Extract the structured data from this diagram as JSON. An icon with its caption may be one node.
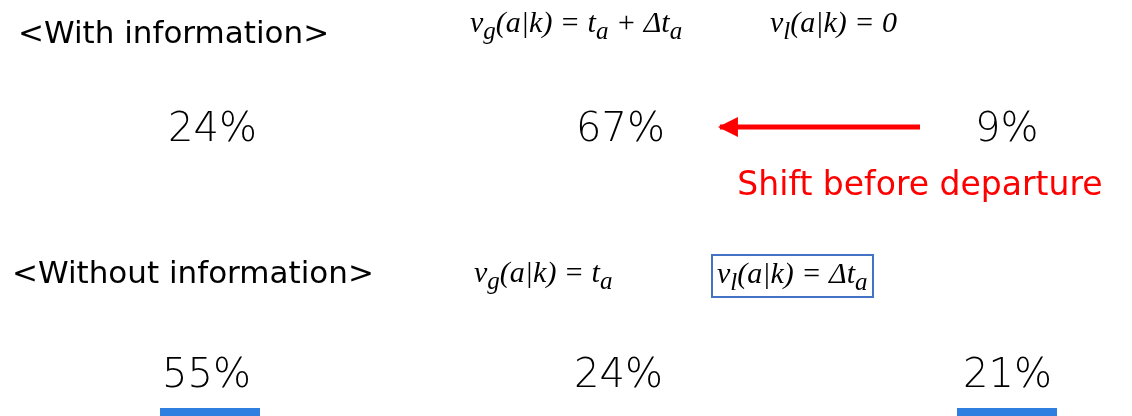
{
  "diagram": {
    "nodes": [
      {
        "text": [
          "67%"
        ]
      },
      {
        "text": [
          "9%"
        ]
      },
      {
        "text": [
          "v$_{l}$(a|k) = Δt$_{a}$"
        ]
      }
    ],
    "edges": [
      {
        "from": 1,
        "to": 0,
        "arrow": "to",
        "label": "Shift before departure",
        "color": "#ff0000"
      }
    ],
    "labels": [
      "<With information>",
      "v$_{g}$(a|k) = t$_{a}$ + Δt$_{a}$",
      "v$_{l}$(a|k) = 0",
      "24%",
      "<Without information>",
      "v$_{g}$(a|k) = t$_{a}$",
      "55%",
      "24%",
      "21%"
    ]
  }
}
